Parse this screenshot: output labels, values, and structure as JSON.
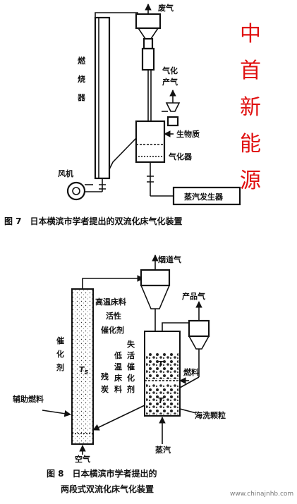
{
  "fig7": {
    "caption": "图 7　日本横滨市学者提出的双流化床气化装置",
    "labels": {
      "waste_gas": "废气",
      "combustor": [
        "燃",
        "烧",
        "器"
      ],
      "gasification_gas": [
        "气化",
        "产气"
      ],
      "biomass": "生物质",
      "gasifier": "气化器",
      "fan": "风机",
      "steam_generator": "蒸汽发生器"
    }
  },
  "brand": {
    "chars": [
      "中",
      "首",
      "新",
      "能",
      "源"
    ],
    "color": "#e01010"
  },
  "fig8": {
    "caption_line1": "图 8　日本横滨市学者提出的",
    "caption_line2": "两段式双流化床气化装置",
    "labels": {
      "flue_gas": "烟道气",
      "high_temp_bed": "高温床料",
      "active": "活性",
      "catalyst": "催化剂",
      "product_gas": "产品气",
      "catalyst_vertical": [
        "催",
        "化",
        "剂"
      ],
      "t5": "T",
      "t5_sub": "5",
      "residual_carbon": [
        "残",
        "炭"
      ],
      "low_temp_bed": [
        "低",
        "温",
        "床",
        "料"
      ],
      "deactivated_catalyst": [
        "失",
        "活",
        "催",
        "化",
        "剂"
      ],
      "t": "T",
      "fuel": "燃料",
      "aux_fuel": "辅助燃料",
      "washed_particles": "海洗颗粒",
      "air": "空气",
      "steam": "蒸汽"
    }
  },
  "watermark": "www.chinajnhb.com"
}
